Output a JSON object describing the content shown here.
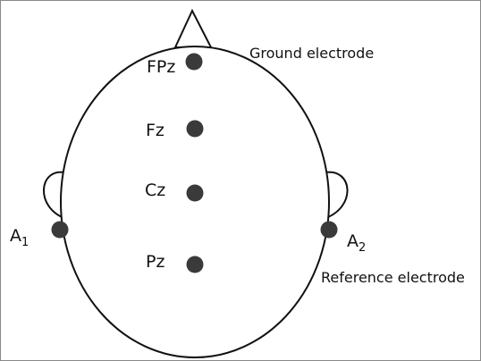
{
  "diagram": {
    "electrodes": [
      {
        "label": "FPz"
      },
      {
        "label": "Fz"
      },
      {
        "label": "Cz"
      },
      {
        "label": "Pz"
      }
    ],
    "references": [
      {
        "letter": "A",
        "sub": "1"
      },
      {
        "letter": "A",
        "sub": "2"
      }
    ],
    "annotations": {
      "ground": "Ground electrode",
      "reference": "Reference electrode"
    },
    "colors": {
      "outline": "#111111",
      "electrode_fill": "#3a3a3a",
      "frame": "#888888"
    }
  }
}
